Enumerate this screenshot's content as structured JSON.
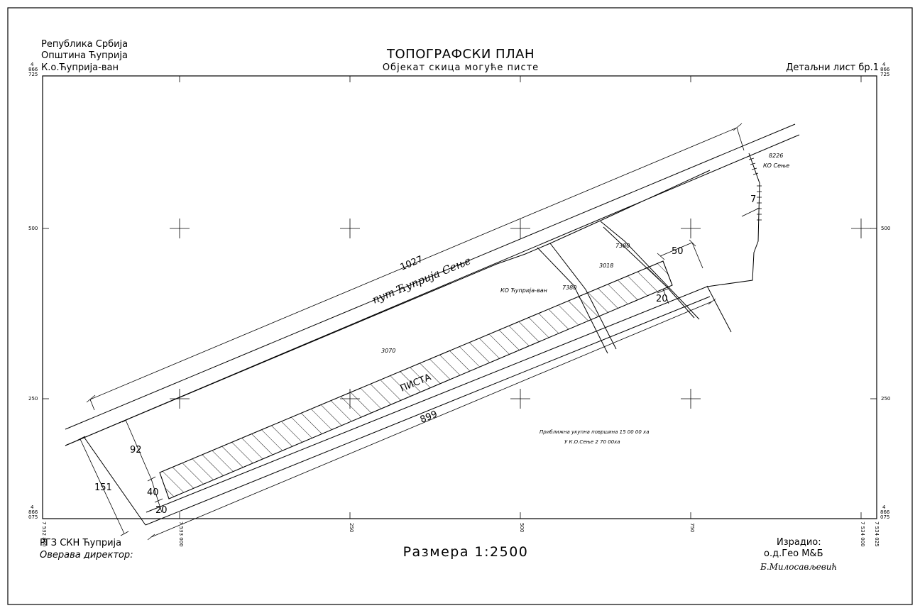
{
  "header": {
    "left_lines": [
      "Републикa Србија",
      "Општина Ћуприја",
      "К.о.Ћуприја-ван"
    ],
    "title": "ТОПОГРАФСКИ ПЛАН",
    "subtitle": "Објекат скица могуће писте",
    "sheet": "Детаљни лист бр.1"
  },
  "coordinates": {
    "top_left": [
      "4",
      "866",
      "725"
    ],
    "top_right": [
      "4",
      "866",
      "725"
    ],
    "bottom_left": [
      "4",
      "866",
      "075"
    ],
    "bottom_right": [
      "4",
      "866",
      "075"
    ],
    "side_500": "500",
    "side_250": "250",
    "bottom_ticks": [
      "7 532 800",
      "7 533 000",
      "250",
      "500",
      "750",
      "7 534 000",
      "7 534 025"
    ]
  },
  "plan": {
    "road_label": "пут Ћуприја Сење",
    "runway_label": "ПИСТА",
    "dimensions": {
      "length_top": "1027",
      "length_bottom": "899",
      "width_total": "151",
      "offset_92": "92",
      "offset_40": "40",
      "offset_20_left": "20",
      "offset_20_right": "20",
      "end_50": "50",
      "end_7": "7"
    },
    "parcels": {
      "p3070": "3070",
      "p3018": "3018",
      "p7380_top": "7380",
      "p7380_mid": "7380",
      "p8226": "8226"
    },
    "area_labels": {
      "ko_cuprija": "КО Ћуприја-ван",
      "ko_senje": "КО Сење"
    },
    "note_lines": [
      "Приближна укупна површина 15 00 00 ха",
      "У К.О.Сење 2 70 00ха"
    ]
  },
  "footer": {
    "rgz": "РГЗ СКН Ћуприја",
    "verify": "Оверава директор:",
    "scale": "Размера 1:2500",
    "made_by_label": "Израдио:",
    "company": "о.д.Гео М&Б",
    "signature": "Б.Милосављевић"
  }
}
